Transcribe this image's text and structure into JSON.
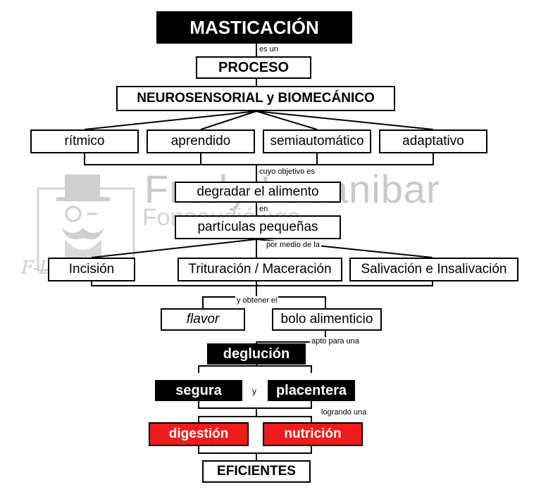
{
  "watermark": {
    "name": "Fredy Lusanibar",
    "subtitle": "Fonoaudiólogo",
    "signature": "F-Lusanibar"
  },
  "colors": {
    "black": "#000000",
    "red": "#ee1c1c",
    "watermark": "#c9c9c9"
  },
  "nodes": {
    "masticacion": "MASTICACIÓN",
    "proceso": "PROCESO",
    "neurosensorial": "NEUROSENSORIAL y BIOMECÁNICO",
    "ritmico": "rítmico",
    "aprendido": "aprendido",
    "semiautomatico": "semiautomático",
    "adaptativo": "adaptativo",
    "degradar": "degradar el alimento",
    "particulas": "partículas pequeñas",
    "incision": "Incisión",
    "trituracion": "Trituración / Maceración",
    "salivacion": "Salivación e Insalivación",
    "flavor": "flavor",
    "bolo": "bolo alimenticio",
    "deglucion": "deglución",
    "segura": "segura",
    "placentera": "placentera",
    "digestion": "digestión",
    "nutricion": "nutrición",
    "eficientes": "EFICIENTES"
  },
  "links": {
    "es_un": "es un",
    "cuyo_objetivo": "cuyo objetivo es",
    "en": "en",
    "por_medio": "por medio de la",
    "y_obtener": "y obtener el",
    "apto_para": "apto para una",
    "y": "y",
    "logrando": "logrando una"
  }
}
